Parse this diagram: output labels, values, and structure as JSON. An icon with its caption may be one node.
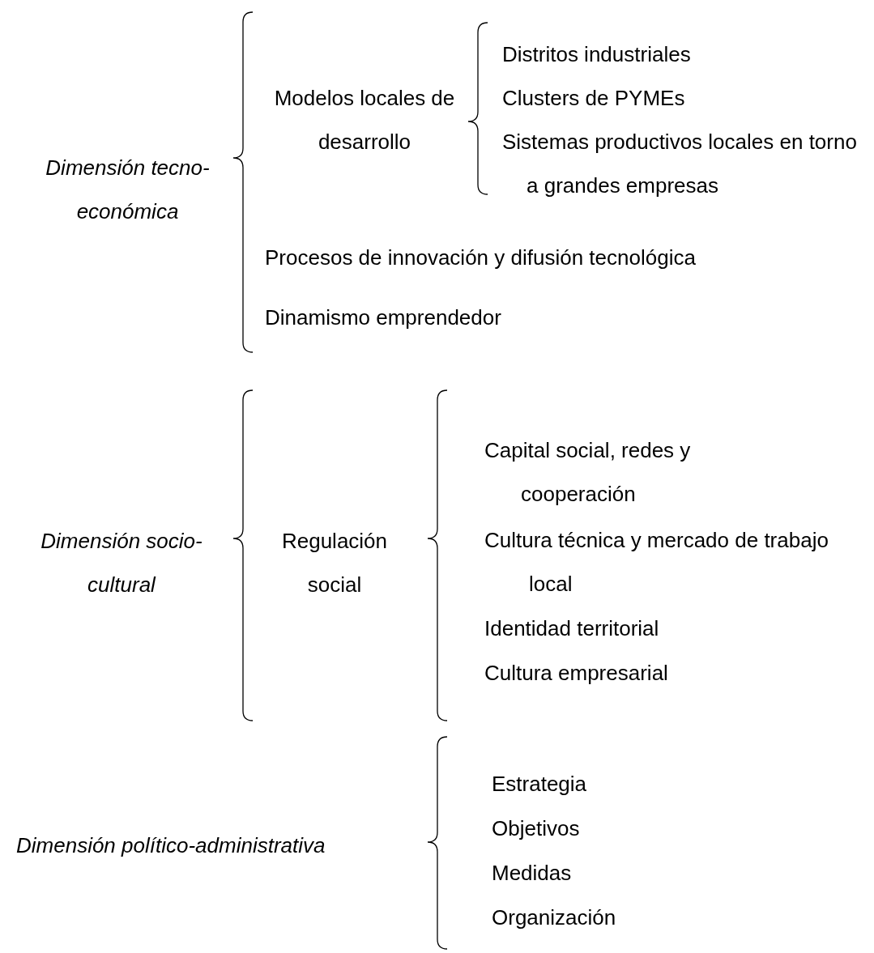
{
  "diagram": {
    "labels": [
      "Dimensión tecno-económica",
      "Modelos locales de desarrollo",
      "Distritos industriales",
      "Clusters de PYMEs",
      "Sistemas productivos locales en torno a grandes empresas",
      "Procesos de innovación y difusión tecnológica",
      "Dinamismo emprendedor",
      "Dimensión socio-cultural",
      "Regulación social",
      "Capital social, redes y cooperación",
      "Cultura técnica y mercado de trabajo local",
      "Identidad territorial",
      "Cultura empresarial",
      "Dimensión político-administrativa",
      "Estrategia",
      "Objetivos",
      "Medidas",
      "Organización"
    ]
  }
}
